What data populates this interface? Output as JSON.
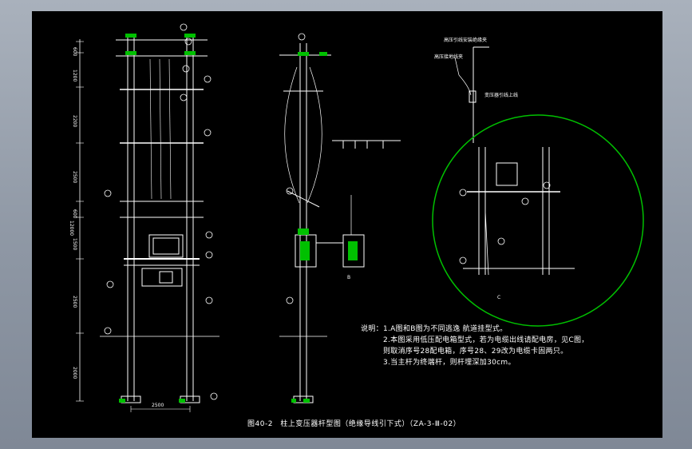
{
  "colors": {
    "background": "#000000",
    "lines": "#ffffff",
    "detail_circle": "#00c000",
    "insulator": "#00c000",
    "accent": "#ffff00"
  },
  "notes": {
    "heading": "说明：",
    "line1": "1.A图和B图为不同逃逸 航道挂型式。",
    "line2": "2.本图采用低压配电箱型式，若为电缆出线请配电房，见C图，",
    "line3": "则取消序号28配电箱，序号28、29改为电缆卡固两只。",
    "line4": "3.当主杆为终端杆，则杆埋深加30cm。"
  },
  "title": "图40-2　柱上变压器杆型图（绝缘导线引下式）（ZA-3-Ⅲ-02）",
  "labels": {
    "view_a_width": "2500",
    "view_b": "B",
    "view_c": "C",
    "total_height": "12000",
    "dims": [
      "600",
      "1200",
      "2200",
      "2500",
      "600",
      "1500",
      "2500",
      "2000"
    ],
    "detail_top_left": "高压引线安装绝缘夹",
    "detail_mid_left": "高压接地线夹",
    "detail_right": "变压器引线上线"
  }
}
